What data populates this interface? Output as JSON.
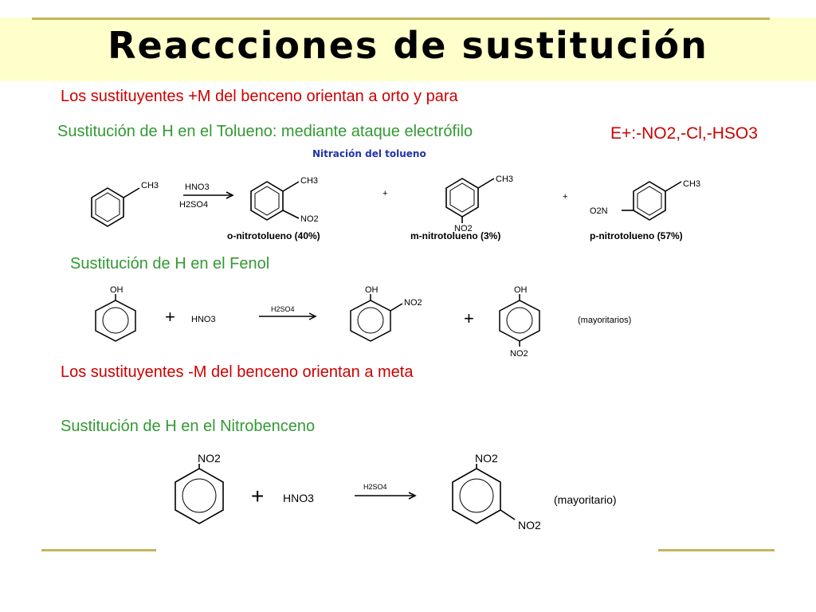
{
  "title": "Reaccciones de sustitución",
  "line1": "Los sustituyentes +M del benceno orientan a orto y para",
  "line2": "Sustitución de H en el Tolueno: mediante ataque electrófilo",
  "electrophiles": "E+:-NO2,-Cl,-HSO3",
  "nitration_caption": "Nitración del tolueno",
  "toluene": {
    "ch3": "CH3",
    "reagent_top": "HNO3",
    "reagent_bottom": "H2SO4",
    "ortho_label": "o-nitrotolueno (40%)",
    "meta_label": "m-nitrotolueno (3%)",
    "para_label": "p-nitrotolueno (57%)",
    "no2": "NO2",
    "o2n": "O2N",
    "plus": "+"
  },
  "line3": "Sustitución de H en el Fenol",
  "phenol": {
    "oh": "OH",
    "hno3": "HNO3",
    "h2so4": "H2SO4",
    "no2": "NO2",
    "plus": "+",
    "note": "(mayoritarios)"
  },
  "line4": "Los sustituyentes -M del benceno orientan a meta",
  "line5": "Sustitución de H en el Nitrobenceno",
  "nitro": {
    "no2": "NO2",
    "plus": "+",
    "hno3": "HNO3",
    "h2so4": "H2SO4",
    "note": "(mayoritario)"
  },
  "colors": {
    "red": "#cc0000",
    "green": "#339933",
    "title_bg": "#ffffcc",
    "accent": "#c8b45a"
  }
}
